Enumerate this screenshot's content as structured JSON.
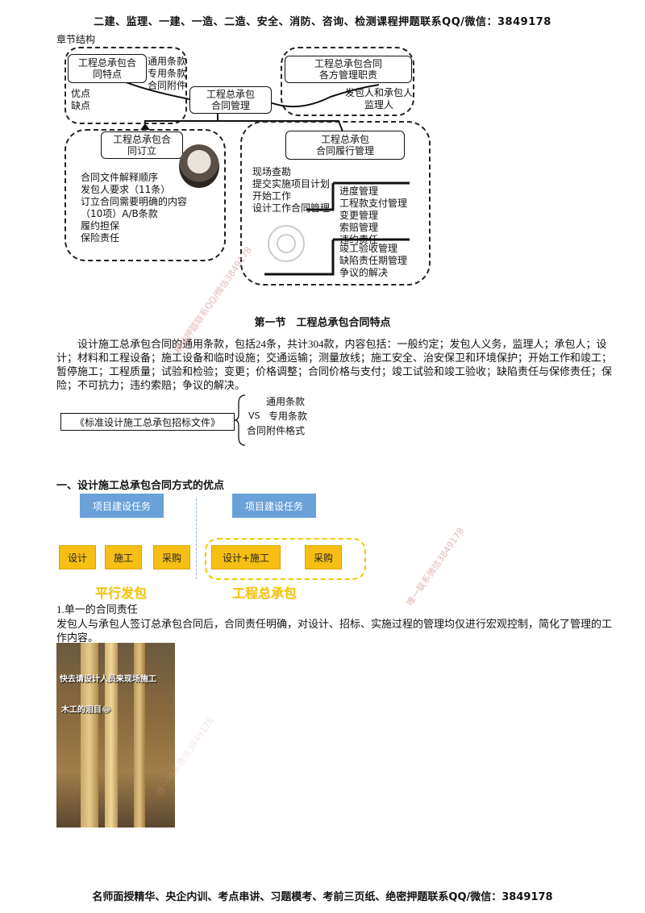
{
  "header": "二建、监理、一建、一造、二造、安全、消防、咨询、检测课程押题联系QQ/微信：3849178",
  "footer": "名师面授精华、央企内训、考点串讲、习题模考、考前三页纸、绝密押题联系QQ/微信：3849178",
  "chapter_label": "章节结构",
  "diagram": {
    "center": "工程总承包\n合同管理",
    "tl_box": "工程总承包合\n同特点",
    "tl_list": "通用条款\n专用条款\n合同附件",
    "tl_pros": "优点\n缺点",
    "tr_box": "工程总承包合同\n各方管理职责",
    "tr_text": "发包人和承包人\n监理人",
    "bl_box": "工程总承包合\n同订立",
    "bl_text": "合同文件解释顺序\n发包人要求（11条）\n订立合同需要明确的内容\n（10项）A/B条款\n履约担保\n保险责任",
    "br_box": "工程总承包\n合同履行管理",
    "br_left": "现场查勘\n提交实施项目计划\n开始工作\n设计工作合同管理",
    "br_mid": "进度管理\n工程款支付管理\n变更管理\n索赔管理\n违约责任",
    "br_low": "竣工验收管理\n缺陷责任期管理\n争议的解决"
  },
  "section_title": "第一节　工程总承包合同特点",
  "paragraph1": "设计施工总承包合同的通用条款，包括24条，共计304款，内容包括：一般约定；发包人义务，监理人；承包人；设计；材料和工程设备；施工设备和临时设施；交通运输；测量放线；施工安全、治安保卫和环境保护；开始工作和竣工；暂停施工；工程质量；试验和检验；变更；价格调整；合同价格与支付；竣工试验和竣工验收；缺陷责任与保修责任；保险；不可抗力；违约索赔；争议的解决。",
  "template": {
    "box": "《标准设计施工总承包招标文件》",
    "vs": "VS",
    "items": [
      "通用条款",
      "专用条款",
      "合同附件格式"
    ]
  },
  "heading1": "一、设计施工总承包合同方式的优点",
  "compare": {
    "left_top": "项目建设任务",
    "right_top": "项目建设任务",
    "left_items": [
      "设计",
      "施工",
      "采购"
    ],
    "right_items": [
      "设计+施工",
      "采购"
    ],
    "left_caption": "平行发包",
    "right_caption": "工程总承包"
  },
  "sub1": "1.单一的合同责任",
  "paragraph2": "发包人与承包人签订总承包合同后，合同责任明确，对设计、招标、实施过程的管理均仅进行宏观控制，简化了管理的工作内容。",
  "photo": {
    "caption1": "快去请设计人员来现场施工",
    "caption2": "木工的泪目😂"
  },
  "watermarks": [
    "精准押题联系QQ/微信3849178",
    "唯一联系微信3849178",
    "唯一联系微信3849178"
  ]
}
